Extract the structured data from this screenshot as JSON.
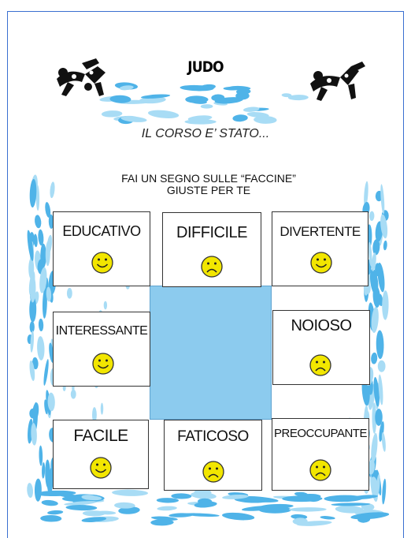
{
  "header": {
    "title": "JUDO",
    "subtitle": "IL CORSO E’ STATO..."
  },
  "instructions": {
    "line1": "FAI UN SEGNO SULLE “FACCINE”",
    "line2": "GIUSTE PER TE"
  },
  "cards": [
    {
      "label": "EDUCATIVO",
      "face": "happy"
    },
    {
      "label": "DIFFICILE",
      "face": "sad"
    },
    {
      "label": "DIVERTENTE",
      "face": "happy"
    },
    {
      "label": "INTERESSANTE",
      "face": "happy"
    },
    {
      "label": "NOIOSO",
      "face": "sad"
    },
    {
      "label": "FACILE",
      "face": "happy"
    },
    {
      "label": "FATICOSO",
      "face": "sad"
    },
    {
      "label": "PREOCCUPANTE",
      "face": "sad"
    }
  ],
  "icons": {
    "smiley_happy": "smiley-happy-icon",
    "smiley_sad": "smiley-sad-icon",
    "judo": "judo-throw-icon"
  },
  "colors": {
    "water": "#4fb3e8",
    "water_light": "#a8dcf5",
    "face": "#f2e600",
    "frame": "#3a6fd0",
    "center": "#8ccbee"
  }
}
